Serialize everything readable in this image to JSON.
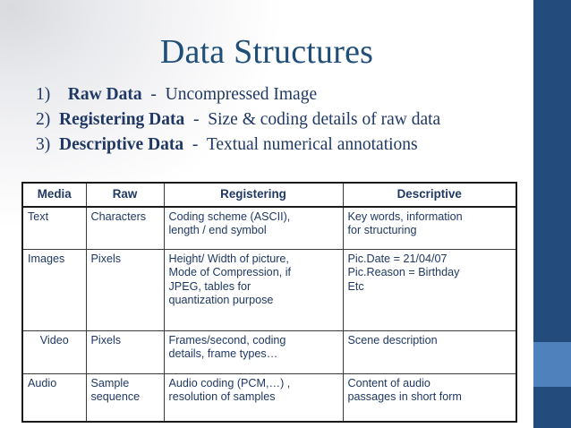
{
  "slide": {
    "title": "Data Structures",
    "accent_navy": "#234c7d",
    "accent_light_blue": "#4f81bd",
    "text_navy": "#1f3864",
    "title_navy": "#1f4e79"
  },
  "bullets": [
    {
      "num": "1)",
      "term": "Raw Data",
      "dash": "-",
      "desc": "Uncompressed Image"
    },
    {
      "num": "2)",
      "term": "Registering Data",
      "dash": "-",
      "desc": "Size & coding details of raw data"
    },
    {
      "num": "3)",
      "term": "Descriptive Data",
      "dash": "-",
      "desc": "Textual numerical annotations"
    }
  ],
  "table": {
    "headers": [
      "Media",
      "Raw",
      "Registering",
      "Descriptive"
    ],
    "rows": [
      {
        "media": "Text",
        "raw": [
          "Characters"
        ],
        "registering": [
          "Coding scheme (ASCII),",
          "length / end symbol"
        ],
        "descriptive": [
          "Key words, information",
          "for structuring"
        ]
      },
      {
        "media": "Images",
        "raw": [
          "Pixels"
        ],
        "registering": [
          "Height/ Width of picture,",
          "Mode of Compression, if",
          "JPEG, tables for",
          "quantization purpose"
        ],
        "descriptive": [
          "Pic.Date = 21/04/07",
          "Pic.Reason = Birthday",
          "Etc"
        ]
      },
      {
        "media": "Video",
        "raw": [
          "Pixels"
        ],
        "registering": [
          "Frames/second, coding",
          "details, frame types…"
        ],
        "descriptive": [
          "Scene description"
        ]
      },
      {
        "media": "Audio",
        "raw": [
          "Sample",
          "sequence"
        ],
        "registering": [
          "Audio coding (PCM,…) ,",
          "resolution of samples"
        ],
        "descriptive": [
          "Content of audio",
          "passages in short form"
        ]
      }
    ]
  }
}
